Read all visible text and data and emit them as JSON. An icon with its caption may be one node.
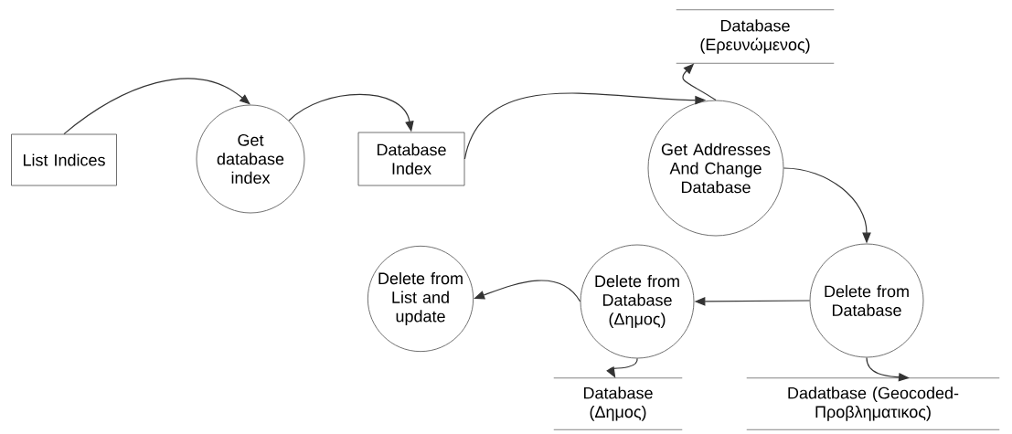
{
  "diagram": {
    "nodes": [
      {
        "text": [
          "List Indices"
        ]
      },
      {
        "text": [
          "Get database index"
        ]
      },
      {
        "text": [
          "Database Index"
        ]
      },
      {
        "text": [
          "Database (Ερευνώμενος)"
        ]
      },
      {
        "text": [
          "Get Addresses And Change Database"
        ]
      },
      {
        "text": [
          "Delete from Database"
        ]
      },
      {
        "text": [
          "Delete from Database (Δημος)"
        ]
      },
      {
        "text": [
          "Delete from List and update"
        ]
      },
      {
        "text": [
          "Database (Δημος)"
        ]
      },
      {
        "text": [
          "Dadatbase (Geocoded-Προβληματικος)"
        ]
      }
    ],
    "edges": [
      {
        "from": 0,
        "to": 1,
        "arrow": "to"
      },
      {
        "from": 1,
        "to": 2,
        "arrow": "to"
      },
      {
        "from": 2,
        "to": 4,
        "arrow": "to"
      },
      {
        "from": 4,
        "to": 3,
        "arrow": "to"
      },
      {
        "from": 4,
        "to": 5,
        "arrow": "to"
      },
      {
        "from": 5,
        "to": 6,
        "arrow": "to"
      },
      {
        "from": 6,
        "to": 7,
        "arrow": "to"
      },
      {
        "from": 6,
        "to": 8,
        "arrow": "to"
      },
      {
        "from": 5,
        "to": 9,
        "arrow": "to"
      }
    ]
  }
}
